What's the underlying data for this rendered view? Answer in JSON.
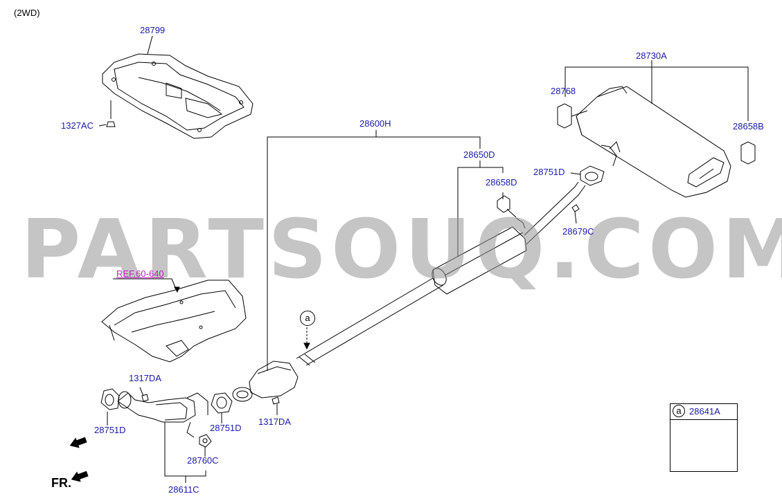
{
  "header": {
    "variant": "(2WD)"
  },
  "watermark": "PARTSOUQ.COM",
  "labels": {
    "p28799": "28799",
    "p1327AC": "1327AC",
    "p28600H": "28600H",
    "p28650D": "28650D",
    "p28658D": "28658D",
    "p28730A": "28730A",
    "p28768": "28768",
    "p28658B": "28658B",
    "p28751D_top": "28751D",
    "p28679C": "28679C",
    "ref": "REF.60-640",
    "p1317DA_left": "1317DA",
    "p28751D_left": "28751D",
    "p28751D_mid": "28751D",
    "p1317DA_right": "1317DA",
    "p28760C": "28760C",
    "p28611C": "28611C",
    "circle_a": "a",
    "inset_part": "28641A",
    "inset_circle": "a",
    "front": "FR."
  },
  "colors": {
    "label": "#1a1aa8",
    "ref": "#c01fc0",
    "line": "#000000",
    "watermark": "#969696"
  },
  "icons": [
    "front-arrow-icon"
  ]
}
